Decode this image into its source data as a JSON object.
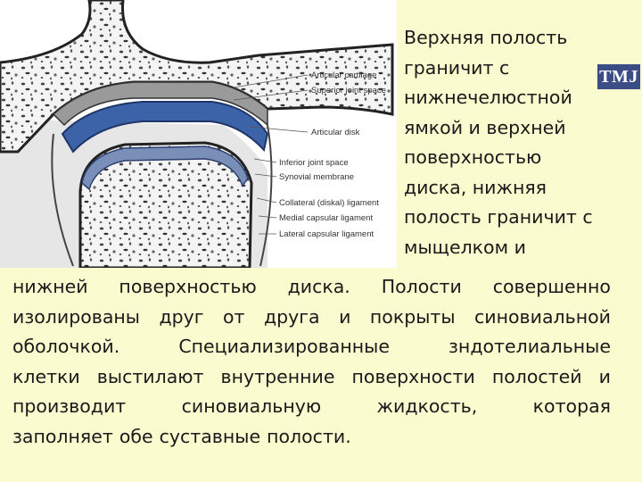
{
  "figure": {
    "labels": [
      "Articular cartilage",
      "Superior joint space",
      "Articular disk",
      "Inferior joint space",
      "Synovial membrane",
      "Collateral (diskal) ligament",
      "Medial capsular ligament",
      "Lateral capsular ligament"
    ]
  },
  "badge": "TMJ",
  "right_lines": [
    "Верхняя полость",
    "граничит с",
    "нижнечелюстной",
    "ямкой и верхней",
    "поверхностью",
    "диска, нижняя",
    "полость граничит с",
    "мыщелком и"
  ],
  "body_lines": [
    [
      "нижней",
      "поверхностью",
      "диска.",
      "Полости",
      "совершенно"
    ],
    [
      "изолированы",
      "друг",
      "от",
      "друга",
      "и",
      "покрыты",
      "синовиальной"
    ],
    [
      "оболочкой.",
      "Специализированные",
      "зндотелиальные"
    ],
    [
      "клетки",
      "выстилают",
      "внутренние",
      "поверхности",
      "полостей",
      "и"
    ],
    [
      "производит",
      "синовиальную",
      "жидкость,",
      "которая"
    ],
    [
      "заполняет",
      "обе",
      "суставные",
      "полости."
    ]
  ]
}
